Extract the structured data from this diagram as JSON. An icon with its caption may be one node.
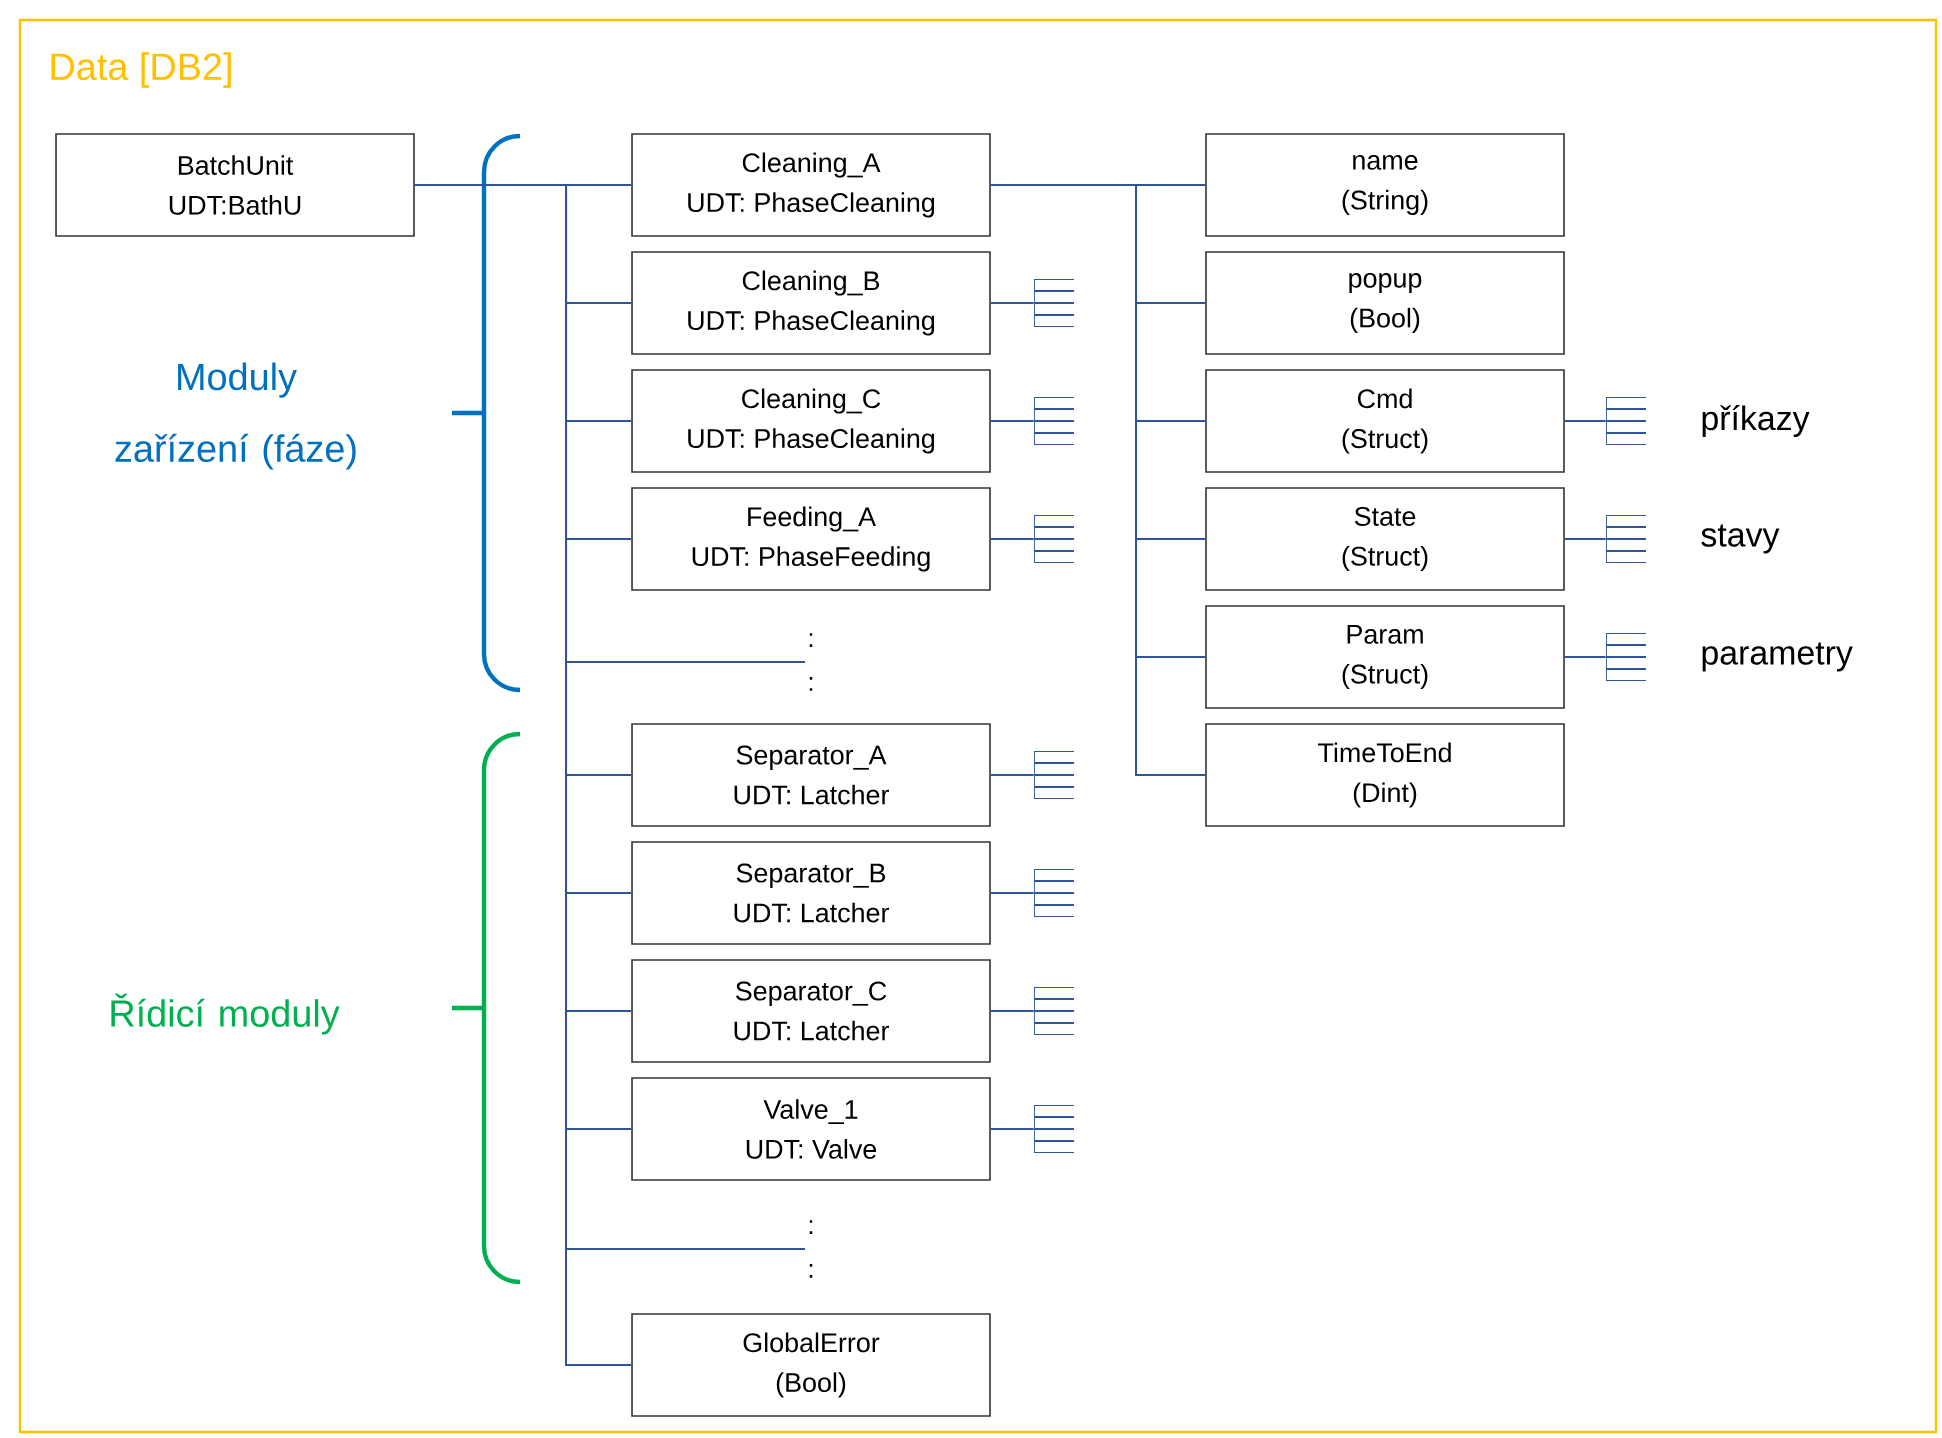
{
  "diagram": {
    "nodes": [
      {
        "text": [
          "Data [DB2]"
        ]
      },
      {
        "text": [
          "BatchUnit",
          "UDT:BathU"
        ],
        "in": 0
      },
      {
        "text": [
          "Cleaning_A",
          "UDT: PhaseCleaning"
        ],
        "in": 0
      },
      {
        "text": [
          "Cleaning_B",
          "UDT: PhaseCleaning"
        ],
        "in": 0
      },
      {
        "text": [
          "Cleaning_C",
          "UDT: PhaseCleaning"
        ],
        "in": 0
      },
      {
        "text": [
          "Feeding_A",
          "UDT: PhaseFeeding"
        ],
        "in": 0
      },
      {
        "text": [
          ":",
          ":"
        ],
        "in": 0
      },
      {
        "text": [
          "Separator_A",
          "UDT: Latcher"
        ],
        "in": 0
      },
      {
        "text": [
          "Separator_B",
          "UDT: Latcher"
        ],
        "in": 0
      },
      {
        "text": [
          "Separator_C",
          "UDT: Latcher"
        ],
        "in": 0
      },
      {
        "text": [
          "Valve_1",
          "UDT: Valve"
        ],
        "in": 0
      },
      {
        "text": [
          ":",
          ":"
        ],
        "in": 0
      },
      {
        "text": [
          "GlobalError",
          "(Bool)"
        ],
        "in": 0
      },
      {
        "text": [
          "name",
          "(String)"
        ],
        "in": 0
      },
      {
        "text": [
          "popup",
          "(Bool)"
        ],
        "in": 0
      },
      {
        "text": [
          "Cmd",
          "(Struct)"
        ],
        "in": 0
      },
      {
        "text": [
          "State",
          "(Struct)"
        ],
        "in": 0
      },
      {
        "text": [
          "Param",
          "(Struct)"
        ],
        "in": 0
      },
      {
        "text": [
          "TimeToEnd",
          "(Dint)"
        ],
        "in": 0
      },
      {
        "text": [],
        "shape": "tree",
        "in": 0
      },
      {
        "text": [],
        "shape": "tree",
        "in": 0
      },
      {
        "text": [],
        "shape": "tree",
        "in": 0
      },
      {
        "text": [],
        "shape": "tree",
        "in": 0
      },
      {
        "text": [],
        "shape": "tree",
        "in": 0
      },
      {
        "text": [],
        "shape": "tree",
        "in": 0
      },
      {
        "text": [],
        "shape": "tree",
        "in": 0
      },
      {
        "text": [],
        "shape": "tree",
        "in": 0,
        "beside": [
          "příkazy"
        ]
      },
      {
        "text": [],
        "shape": "tree",
        "in": 0,
        "beside": [
          "stavy"
        ]
      },
      {
        "text": [],
        "shape": "tree",
        "in": 0,
        "beside": [
          "parametry"
        ]
      }
    ],
    "edges": [
      {
        "from": 1,
        "to": 2,
        "arrow": "none"
      },
      {
        "from": 1,
        "to": 3,
        "arrow": "none"
      },
      {
        "from": 1,
        "to": 4,
        "arrow": "none"
      },
      {
        "from": 1,
        "to": 5,
        "arrow": "none"
      },
      {
        "from": 1,
        "to": 6,
        "arrow": "none"
      },
      {
        "from": 1,
        "to": 7,
        "arrow": "none"
      },
      {
        "from": 1,
        "to": 8,
        "arrow": "none"
      },
      {
        "from": 1,
        "to": 9,
        "arrow": "none"
      },
      {
        "from": 1,
        "to": 10,
        "arrow": "none"
      },
      {
        "from": 1,
        "to": 11,
        "arrow": "none"
      },
      {
        "from": 1,
        "to": 12,
        "arrow": "none"
      },
      {
        "from": 2,
        "to": 13,
        "arrow": "none"
      },
      {
        "from": 2,
        "to": 14,
        "arrow": "none"
      },
      {
        "from": 2,
        "to": 15,
        "arrow": "none"
      },
      {
        "from": 2,
        "to": 16,
        "arrow": "none"
      },
      {
        "from": 2,
        "to": 17,
        "arrow": "none"
      },
      {
        "from": 2,
        "to": 18,
        "arrow": "none"
      },
      {
        "from": 3,
        "to": 19,
        "arrow": "none"
      },
      {
        "from": 4,
        "to": 20,
        "arrow": "none"
      },
      {
        "from": 5,
        "to": 21,
        "arrow": "none"
      },
      {
        "from": 7,
        "to": 22,
        "arrow": "none"
      },
      {
        "from": 8,
        "to": 23,
        "arrow": "none"
      },
      {
        "from": 9,
        "to": 24,
        "arrow": "none"
      },
      {
        "from": 10,
        "to": 25,
        "arrow": "none"
      },
      {
        "from": 15,
        "to": 26,
        "arrow": "none"
      },
      {
        "from": 16,
        "to": 27,
        "arrow": "none"
      },
      {
        "from": 17,
        "to": 28,
        "arrow": "none"
      }
    ],
    "labels": [
      "Moduly zařízení (fáze)",
      "Řídicí moduly"
    ]
  }
}
